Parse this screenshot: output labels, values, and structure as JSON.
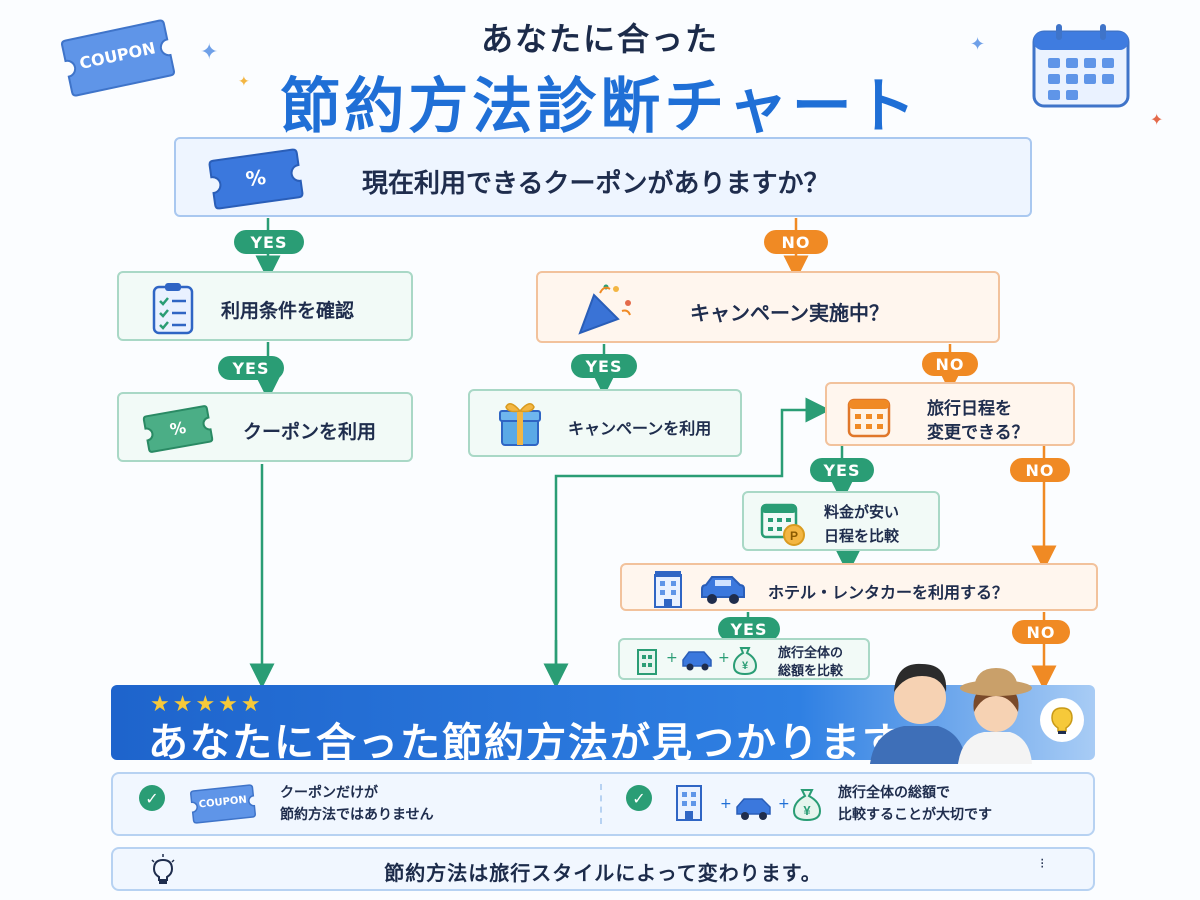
{
  "title": {
    "line1": "あなたに合った",
    "line2": "節約方法診断チャート"
  },
  "decor": {
    "coupon_ticket": "COUPON",
    "percent": "%"
  },
  "nodes": {
    "q_coupon": "現在利用できるクーポンがありますか？",
    "check_terms": "利用条件を確認",
    "use_coupon": "クーポンを利用",
    "q_campaign": "キャンペーン実施中？",
    "use_campaign": "キャンペーンを利用",
    "q_schedule_line1": "旅行日程を",
    "q_schedule_line2": "変更できる？",
    "compare_dates_line1": "料金が安い",
    "compare_dates_line2": "日程を比較",
    "q_hotel_car": "ホテル・レンタカーを利用する？",
    "compare_total_line1": "旅行全体の",
    "compare_total_line2": "総額を比較"
  },
  "labels": {
    "yes": "YES",
    "no": "NO"
  },
  "result": {
    "stars": "★★★★★",
    "text": "あなたに合った節約方法が見つかります"
  },
  "info": {
    "left_line1": "クーポンだけが",
    "left_line2": "節約方法ではありません",
    "left_ticket": "COUPON",
    "right_line1": "旅行全体の総額で",
    "right_line2": "比較することが大切です"
  },
  "footer": {
    "text": "節約方法は旅行スタイルによって変わります。"
  },
  "colors": {
    "brand_blue": "#1f6fd6",
    "yes_green": "#2a9d75",
    "no_orange": "#f08a24"
  }
}
